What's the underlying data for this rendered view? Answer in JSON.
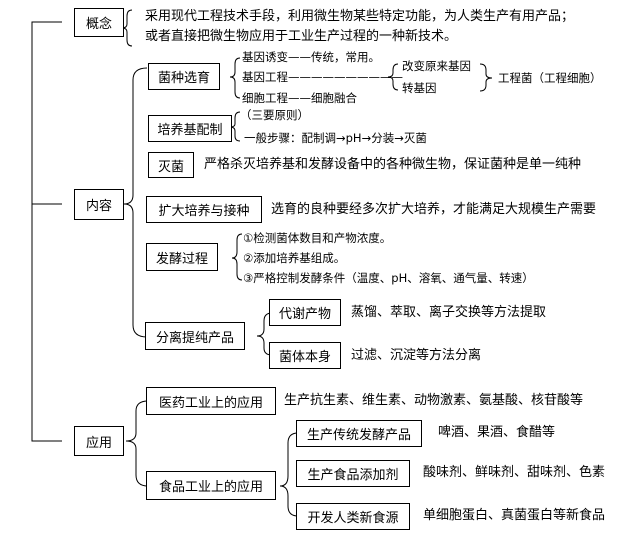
{
  "concept": {
    "label": "概念",
    "line1": "采用现代工程技术手段，利用微生物某些特定功能，为人类生产有用产品；",
    "line2": "或者直接把微生物应用于工业生产过程的一种新技术。"
  },
  "content": {
    "label": "内容",
    "strain": {
      "label": "菌种选育",
      "mutagenesis": "基因诱变——传统，常用。",
      "gene_eng": "基因工程——————————",
      "cell_eng": "细胞工程——细胞融合",
      "modify": "改变原来基因",
      "transfer": "转基因",
      "result": "工程菌（工程细胞）"
    },
    "medium": {
      "label": "培养基配制",
      "principles": "（三要原则）",
      "steps": "一般步骤：配制调→pH→分装→灭菌"
    },
    "sterilize": {
      "label": "灭菌",
      "desc": "严格杀灭培养基和发酵设备中的各种微生物，保证菌种是单一纯种"
    },
    "scaleup": {
      "label": "扩大培养与接种",
      "desc": "选育的良种要经多次扩大培养，才能满足大规模生产需要"
    },
    "fermentation": {
      "label": "发酵过程",
      "items": [
        "①检测菌体数目和产物浓度。",
        "②添加培养基组成。",
        "③严格控制发酵条件（温度、pH、溶氧、通气量、转速）"
      ]
    },
    "separation": {
      "label": "分离提纯产品",
      "metabolite": {
        "label": "代谢产物",
        "desc": "蒸馏、萃取、离子交换等方法提取"
      },
      "cells": {
        "label": "菌体本身",
        "desc": "过滤、沉淀等方法分离"
      }
    }
  },
  "application": {
    "label": "应用",
    "medicine": {
      "label": "医药工业上的应用",
      "desc": "生产抗生素、维生素、动物激素、氨基酸、核苷酸等"
    },
    "food": {
      "label": "食品工业上的应用",
      "traditional": {
        "label": "生产传统发酵产品",
        "desc": "啤酒、果酒、食醋等"
      },
      "additives": {
        "label": "生产食品添加剂",
        "desc": "酸味剂、鲜味剂、甜味剂、色素"
      },
      "new_food": {
        "label": "开发人类新食源",
        "desc": "单细胞蛋白、真菌蛋白等新食品"
      }
    }
  }
}
